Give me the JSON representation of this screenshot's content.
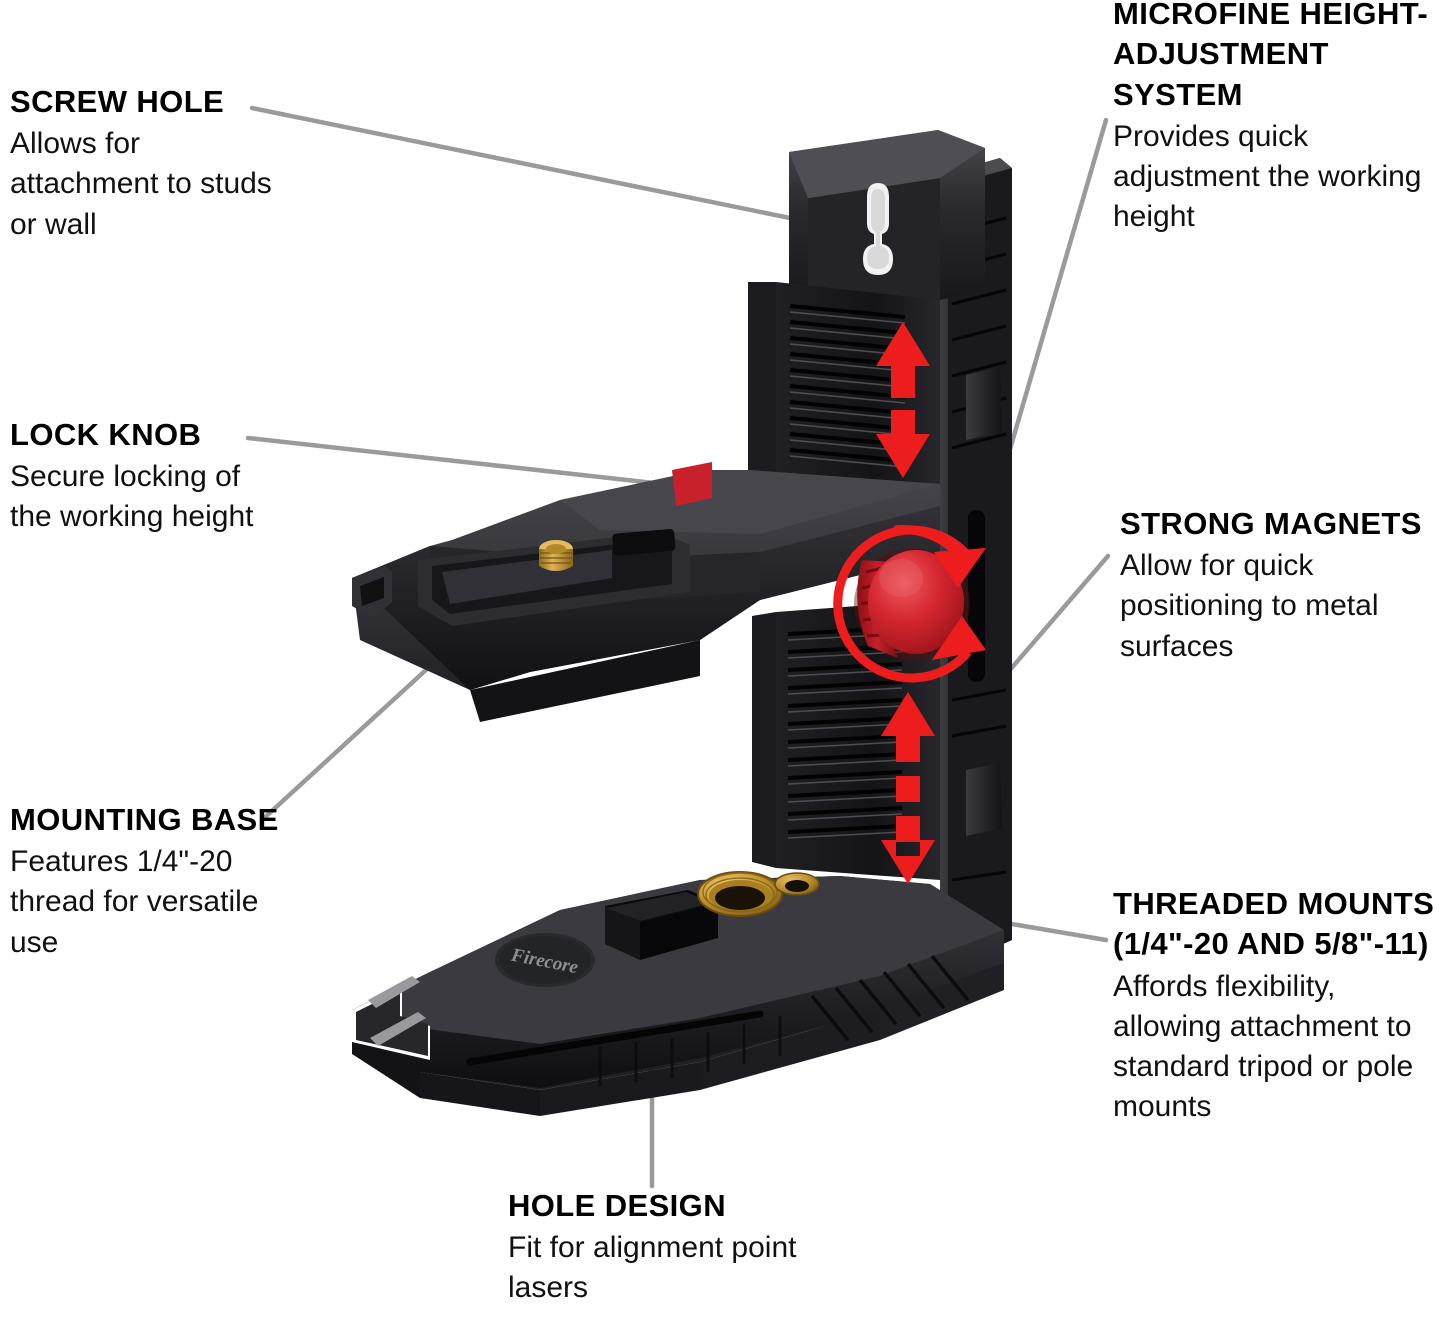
{
  "product": {
    "brand_mark": "Firecore",
    "description": "Laser level L-bracket mount with magnetic base, height-adjustment rack and red lock knob",
    "colors": {
      "body_black": "#1b1b1d",
      "body_black_light": "#3a3a3d",
      "knob_red": "#d42630",
      "knob_red_dark": "#9c1219",
      "arrow_red": "#ee1d1d",
      "brass": "#c79a33",
      "brass_dark": "#8a6517",
      "leader_gray": "#999999",
      "background": "#ffffff"
    }
  },
  "callouts": [
    {
      "id": "screw-hole",
      "title": "SCREW HOLE",
      "body": "Allows for attachment to studs or wall"
    },
    {
      "id": "lock-knob",
      "title": "LOCK KNOB",
      "body": "Secure locking of the working height"
    },
    {
      "id": "mounting-base",
      "title": "MOUNTING BASE",
      "body": "Features 1/4\"-20 thread for versatile use"
    },
    {
      "id": "hole-design",
      "title": "HOLE DESIGN",
      "body": "Fit for alignment point lasers"
    },
    {
      "id": "microfine-height-adjustment-system",
      "title": "MICROFINE HEIGHT-ADJUSTMENT SYSTEM",
      "body": "Provides quick adjustment the working height"
    },
    {
      "id": "strong-magnets",
      "title": "STRONG MAGNETS",
      "body": "Allow for quick positioning to metal surfaces"
    },
    {
      "id": "threaded-mounts",
      "title": "THREADED MOUNTS (1/4\"-20 AND 5/8\"-11)",
      "body": "Affords flexibility, allowing attachment to standard tripod or pole mounts"
    }
  ],
  "annotations": {
    "vertical_travel_arrow_upper": "up-down-arrow",
    "vertical_travel_arrow_lower": "up-down-dashed-arrow",
    "knob_rotation_arrow": "circular-rotation-arrow"
  }
}
